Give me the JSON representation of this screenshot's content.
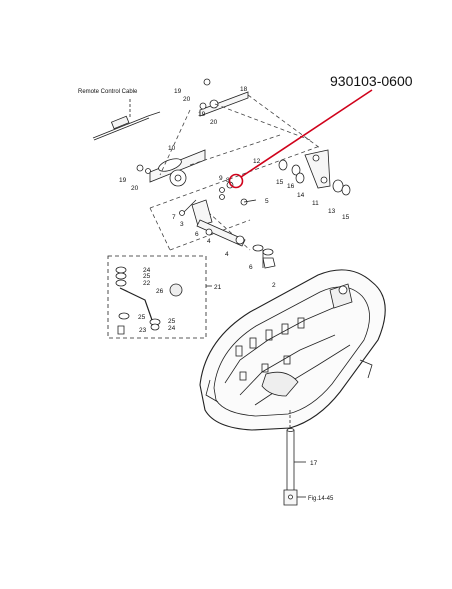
{
  "part_number": "930103-0600",
  "cable_label": "Remote Control Cable",
  "fig_ref": "Fig.14-45",
  "callouts": {
    "c2": "2",
    "c3": "3",
    "c4a": "4",
    "c4b": "4",
    "c5": "5",
    "c6a": "6",
    "c6b": "6",
    "c7": "7",
    "c8": "8",
    "c9": "9",
    "c10": "10",
    "c11": "11",
    "c12": "12",
    "c13": "13",
    "c14": "14",
    "c15a": "15",
    "c15b": "15",
    "c16": "16",
    "c17": "17",
    "c18": "18",
    "c19a": "19",
    "c19b": "19",
    "c19c": "19",
    "c20a": "20",
    "c20b": "20",
    "c20c": "20",
    "c21": "21",
    "c22": "22",
    "c23": "23",
    "c24a": "24",
    "c24b": "24",
    "c25a": "25",
    "c25b": "25",
    "c25c": "25",
    "c26": "26"
  },
  "colors": {
    "highlight": "#d0021b",
    "line": "#222222",
    "dash": "#444444"
  }
}
